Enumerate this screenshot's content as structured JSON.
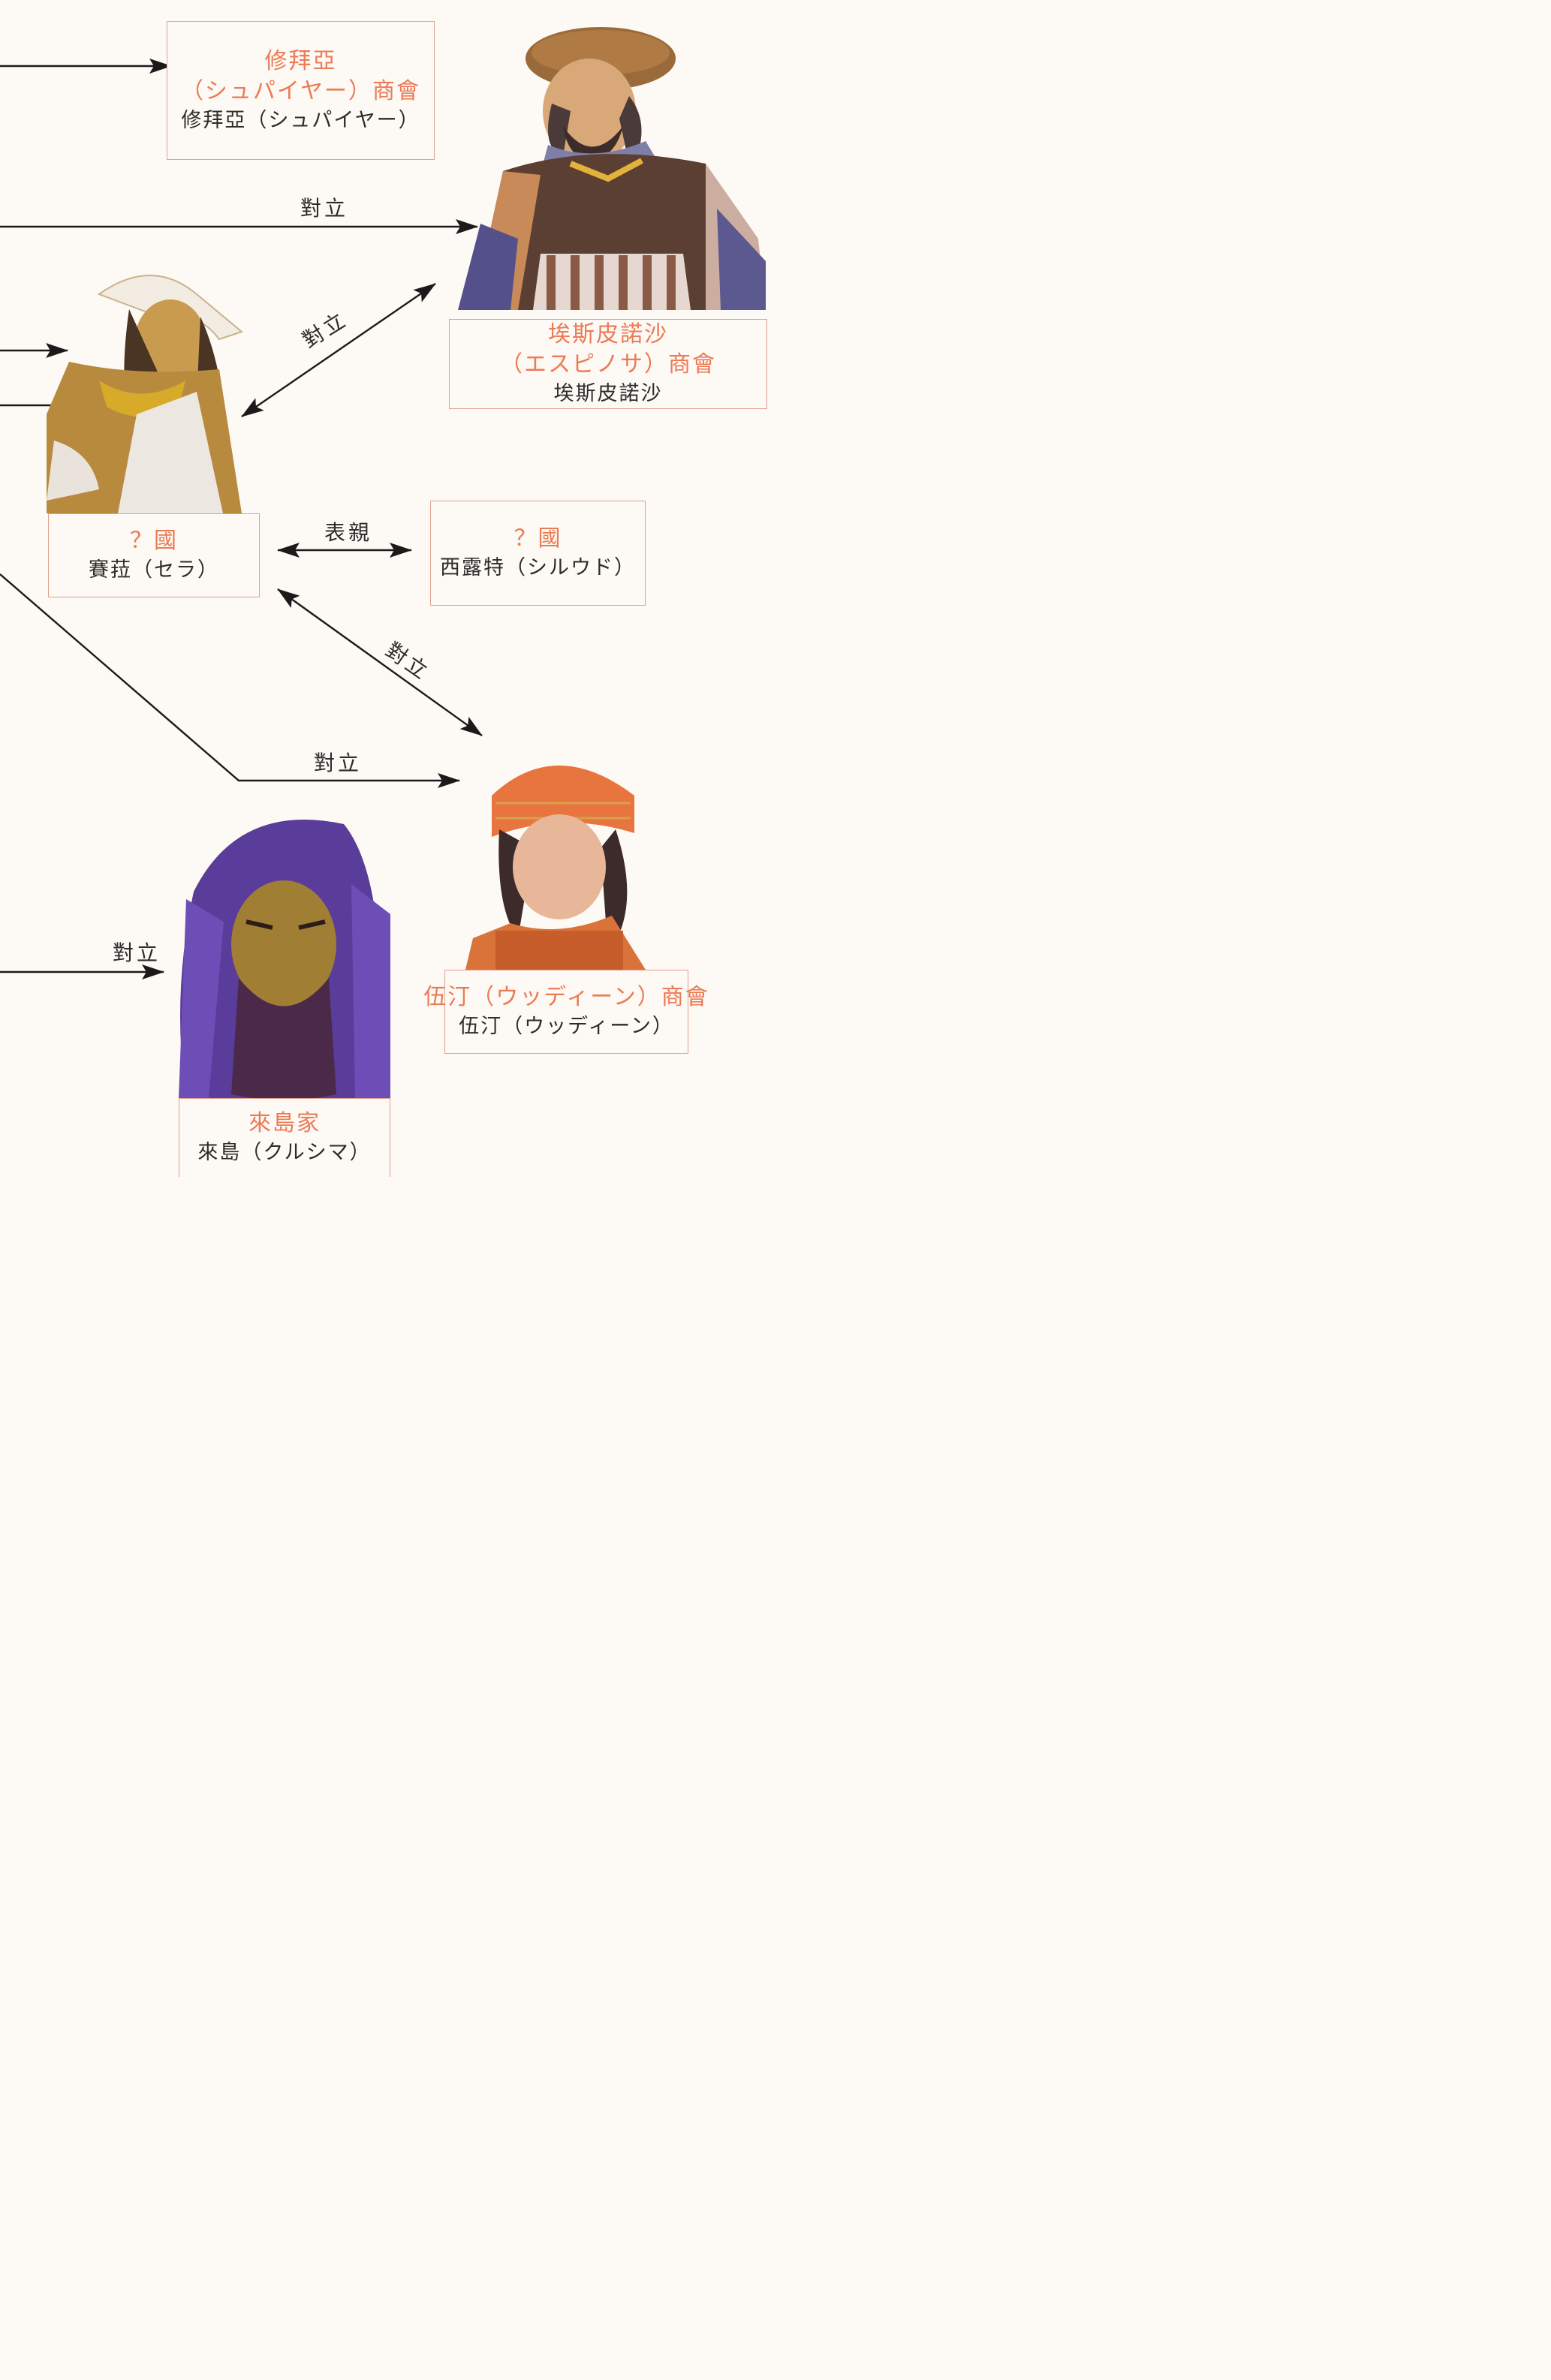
{
  "nodes": {
    "shupaiya": {
      "org_line1": "修拜亞",
      "org_line2": "（シュパイヤー）商會",
      "person": "修拜亞（シュパイヤー）"
    },
    "espinosa": {
      "org_line1": "埃斯皮諾沙",
      "org_line2": "（エスピノサ）商會",
      "person": "埃斯皮諾沙"
    },
    "sera": {
      "org": "？國",
      "person": "賽菈（セラ）"
    },
    "siroudo": {
      "org": "？國",
      "person": "西露特（シルウド）"
    },
    "woodyn": {
      "org": "伍汀（ウッディーン）商會",
      "person": "伍汀（ウッディーン）"
    },
    "kurushima": {
      "org": "來島家",
      "person": "來島（クルシマ）"
    }
  },
  "relations": {
    "oppose_1": "對立",
    "oppose_2": "對立",
    "cousin": "表親",
    "oppose_3": "對立",
    "oppose_4": "對立",
    "oppose_5": "對立"
  },
  "colors": {
    "background": "#fdf9f4",
    "box_border": "#e2a090",
    "org_text": "#ec7a55",
    "person_text": "#2e2b2b",
    "arrow": "#1a1a1a"
  }
}
